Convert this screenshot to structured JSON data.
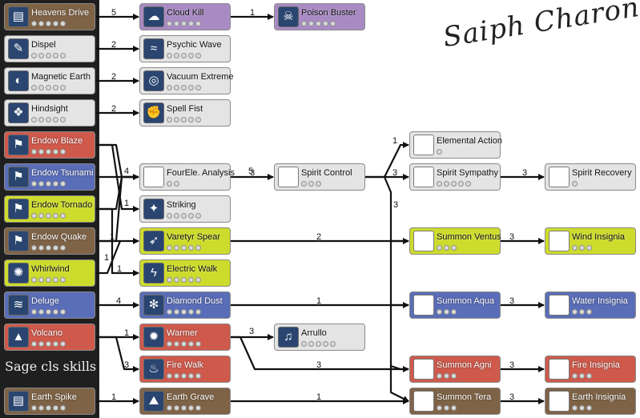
{
  "title": "Saiph Charon",
  "section_label": "Sage cls skills",
  "colors": {
    "earth": "#7f6346",
    "gray": "#e4e4e4",
    "fire": "#cf5a4c",
    "water": "#5a6db8",
    "wind": "#cddc2c",
    "purple": "#a98bc4",
    "panel": "#1f1f1f"
  },
  "skills": [
    {
      "id": "heavens_drive",
      "label": "Heavens Drive",
      "color": "earth",
      "icon": "earth-icon",
      "dots": 5
    },
    {
      "id": "dispel",
      "label": "Dispel",
      "color": "gray",
      "icon": "dispel-icon",
      "dots": 5
    },
    {
      "id": "magnetic_earth",
      "label": "Magnetic Earth",
      "color": "gray",
      "icon": "magnet-icon",
      "dots": 5
    },
    {
      "id": "hindsight",
      "label": "Hindsight",
      "color": "gray",
      "icon": "book-icon",
      "dots": 5
    },
    {
      "id": "endow_blaze",
      "label": "Endow Blaze",
      "color": "fire",
      "icon": "endow-icon",
      "dots": 5
    },
    {
      "id": "endow_tsunami",
      "label": "Endow Tsunami",
      "color": "water",
      "icon": "endow-icon",
      "dots": 5
    },
    {
      "id": "endow_tornado",
      "label": "Endow Tornado",
      "color": "wind",
      "icon": "endow-icon",
      "dots": 5
    },
    {
      "id": "endow_quake",
      "label": "Endow Quake",
      "color": "earth",
      "icon": "endow-icon",
      "dots": 5
    },
    {
      "id": "whirlwind",
      "label": "Whirlwind",
      "color": "wind",
      "icon": "whirlwind-icon",
      "dots": 5
    },
    {
      "id": "deluge",
      "label": "Deluge",
      "color": "water",
      "icon": "deluge-icon",
      "dots": 5
    },
    {
      "id": "volcano",
      "label": "Volcano",
      "color": "fire",
      "icon": "volcano-icon",
      "dots": 5
    },
    {
      "id": "earth_spike",
      "label": "Earth Spike",
      "color": "earth",
      "icon": "earth-icon",
      "dots": 5
    },
    {
      "id": "cloud_kill",
      "label": "Cloud Kill",
      "color": "purple",
      "icon": "cloud-icon",
      "dots": 5
    },
    {
      "id": "poison_buster",
      "label": "Poison Buster",
      "color": "purple",
      "icon": "skull-icon",
      "dots": 5
    },
    {
      "id": "psychic_wave",
      "label": "Psychic Wave",
      "color": "gray",
      "icon": "wave-icon",
      "dots": 5
    },
    {
      "id": "vacuum_extreme",
      "label": "Vacuum Extreme",
      "color": "gray",
      "icon": "vortex-icon",
      "dots": 5
    },
    {
      "id": "spell_fist",
      "label": "Spell Fist",
      "color": "gray",
      "icon": "fist-icon",
      "dots": 5
    },
    {
      "id": "fourele_analysis",
      "label": "FourEle. Analysis",
      "color": "gray",
      "icon": "blank-icon",
      "dots": 2
    },
    {
      "id": "striking",
      "label": "Striking",
      "color": "gray",
      "icon": "striking-icon",
      "dots": 5
    },
    {
      "id": "varetyr_spear",
      "label": "Varetyr Spear",
      "color": "wind",
      "icon": "spear-icon",
      "dots": 5
    },
    {
      "id": "electric_walk",
      "label": "Electric Walk",
      "color": "wind",
      "icon": "electric-icon",
      "dots": 5
    },
    {
      "id": "diamond_dust",
      "label": "Diamond Dust",
      "color": "water",
      "icon": "ice-icon",
      "dots": 5
    },
    {
      "id": "warmer",
      "label": "Warmer",
      "color": "fire",
      "icon": "warmer-icon",
      "dots": 5
    },
    {
      "id": "fire_walk",
      "label": "Fire Walk",
      "color": "fire",
      "icon": "fire-icon",
      "dots": 5
    },
    {
      "id": "earth_grave",
      "label": "Earth Grave",
      "color": "earth",
      "icon": "grave-icon",
      "dots": 5
    },
    {
      "id": "spirit_control",
      "label": "Spirit Control",
      "color": "gray",
      "icon": "blank-icon",
      "dots": 3
    },
    {
      "id": "arrullo",
      "label": "Arrullo",
      "color": "gray",
      "icon": "lullaby-icon",
      "dots": 5
    },
    {
      "id": "elemental_action",
      "label": "Elemental Action",
      "color": "gray",
      "icon": "blank-icon",
      "dots": 1
    },
    {
      "id": "spirit_sympathy",
      "label": "Spirit Sympathy",
      "color": "gray",
      "icon": "blank-icon",
      "dots": 5
    },
    {
      "id": "summon_ventus",
      "label": "Summon Ventus",
      "color": "wind",
      "icon": "blank-icon",
      "dots": 3
    },
    {
      "id": "summon_aqua",
      "label": "Summon Aqua",
      "color": "water",
      "icon": "blank-icon",
      "dots": 3
    },
    {
      "id": "summon_agni",
      "label": "Summon Agni",
      "color": "fire",
      "icon": "blank-icon",
      "dots": 3
    },
    {
      "id": "summon_tera",
      "label": "Summon Tera",
      "color": "earth",
      "icon": "blank-icon",
      "dots": 3
    },
    {
      "id": "spirit_recovery",
      "label": "Spirit Recovery",
      "color": "gray",
      "icon": "blank-icon",
      "dots": 1
    },
    {
      "id": "wind_insignia",
      "label": "Wind Insignia",
      "color": "wind",
      "icon": "blank-icon",
      "dots": 3
    },
    {
      "id": "water_insignia",
      "label": "Water Insignia",
      "color": "water",
      "icon": "blank-icon",
      "dots": 3
    },
    {
      "id": "fire_insignia",
      "label": "Fire Insignia",
      "color": "fire",
      "icon": "blank-icon",
      "dots": 3
    },
    {
      "id": "earth_insignia",
      "label": "Earth Insignia",
      "color": "earth",
      "icon": "blank-icon",
      "dots": 3
    }
  ],
  "requirement_levels": [
    "5",
    "2",
    "2",
    "2",
    "4",
    "1",
    "1",
    "1",
    "1",
    "4",
    "1",
    "3",
    "1",
    "1",
    "5",
    "2",
    "1",
    "3",
    "3",
    "1",
    "1",
    "3",
    "3",
    "3",
    "3",
    "3",
    "3",
    "3",
    "3"
  ]
}
